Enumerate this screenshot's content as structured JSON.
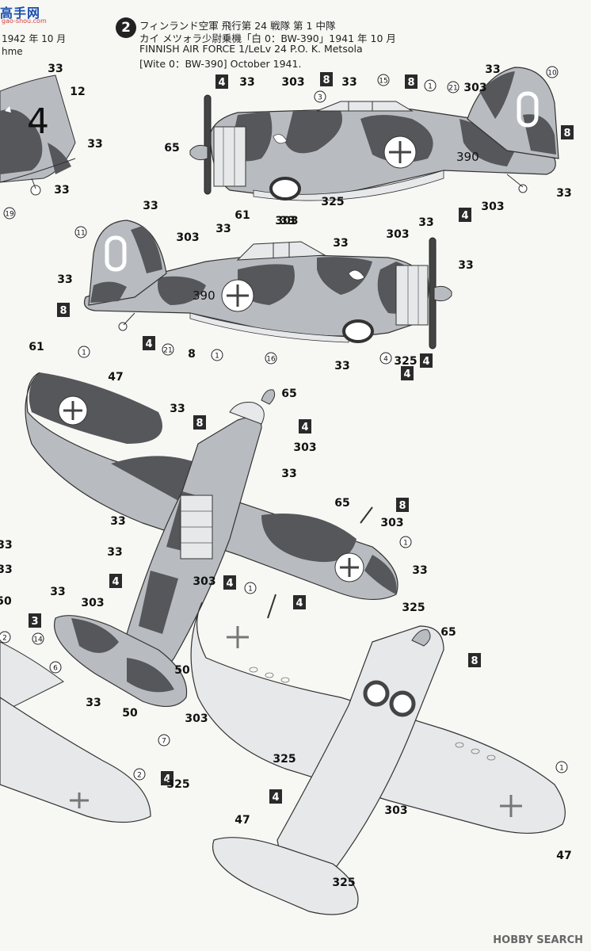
{
  "logo": {
    "name": "高手网",
    "url": "gao-shou.com"
  },
  "fragments": {
    "date_top": "1942 年 10 月",
    "scheme_word": "hme"
  },
  "scheme": {
    "number": "2",
    "jp_line1": "フィンランド空軍  飛行第 24 戦隊  第 1 中隊",
    "jp_line2": "カイ メツォラ少尉乗機「白 0：BW-390」1941 年 10 月",
    "en_line1": "FINNISH AIR FORCE 1/LeLv 24 P.O. K. Metsola",
    "en_line2": "[Wite 0：BW-390] October 1941."
  },
  "markings": {
    "tail_code": "0",
    "fuselage_code": "390",
    "left_fragment_code": "4"
  },
  "callouts": {
    "boxed": [
      "4",
      "8",
      "8",
      "4",
      "8",
      "8",
      "4",
      "4",
      "4",
      "8",
      "4",
      "8",
      "4",
      "3",
      "4",
      "4",
      "8",
      "4",
      "4"
    ],
    "numbers": [
      "33",
      "12",
      "33",
      "33",
      "33",
      "65",
      "303",
      "33",
      "33",
      "303",
      "303",
      "33",
      "33",
      "61",
      "325",
      "303",
      "33",
      "33",
      "33",
      "303",
      "33",
      "33",
      "8",
      "303",
      "33",
      "33",
      "325",
      "65",
      "61",
      "47",
      "33",
      "303",
      "65",
      "33",
      "303",
      "33",
      "33",
      "303",
      "33",
      "50",
      "50",
      "303",
      "33",
      "303",
      "33",
      "325",
      "325",
      "303",
      "47",
      "325",
      "325",
      "47",
      "65",
      "50",
      "33",
      "33",
      "50"
    ],
    "circled": [
      "19",
      "3",
      "15",
      "1",
      "21",
      "10",
      "11",
      "21",
      "1",
      "16",
      "4",
      "1",
      "1",
      "2",
      "14",
      "6",
      "7",
      "1",
      "2",
      "1"
    ]
  },
  "watermark": "HOBBY SEARCH",
  "colors": {
    "paper": "#f7f7f4",
    "camo_dark": "#55575a",
    "camo_light": "#b8bcc0",
    "underside": "#e6e8ea",
    "box_fill": "#2a2a2a"
  }
}
